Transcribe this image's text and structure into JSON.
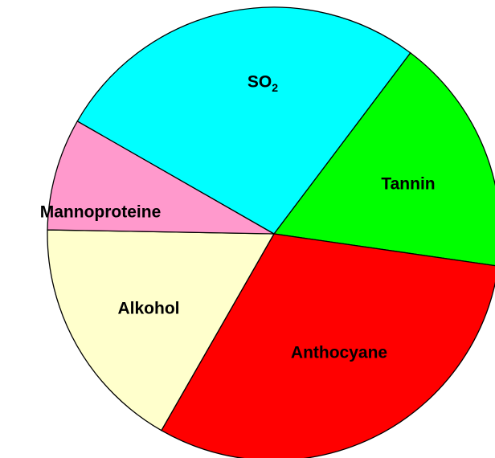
{
  "chart_data": {
    "type": "pie",
    "title": "",
    "start_angle_deg": -53,
    "direction": "clockwise",
    "slices": [
      {
        "name": "Tannin",
        "label": "Tannin",
        "value": 17,
        "color": "#00ff00"
      },
      {
        "name": "Anthocyane",
        "label": "Anthocyane",
        "value": 31,
        "color": "#ff0000"
      },
      {
        "name": "Alkohol",
        "label": "Alkohol",
        "value": 17,
        "color": "#ffffcc"
      },
      {
        "name": "Mannoproteine",
        "label": "Mannoproteine",
        "value": 8,
        "color": "#ff99cc"
      },
      {
        "name": "SO2",
        "label": "SO",
        "label_sub": "2",
        "value": 27,
        "color": "#00ffff"
      }
    ]
  }
}
